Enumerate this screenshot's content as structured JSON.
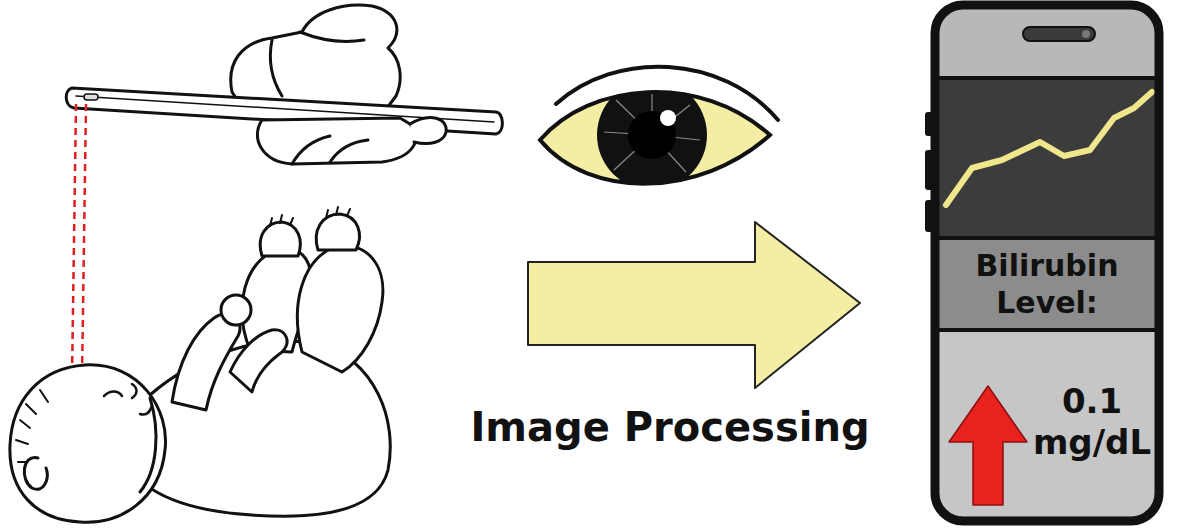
{
  "diagram": {
    "nodes": [
      {
        "text": [
          "Bilirubin Level:"
        ]
      },
      {
        "text": [
          "0.1 mg/dL"
        ]
      }
    ],
    "labels": [
      "Image Processing"
    ]
  }
}
